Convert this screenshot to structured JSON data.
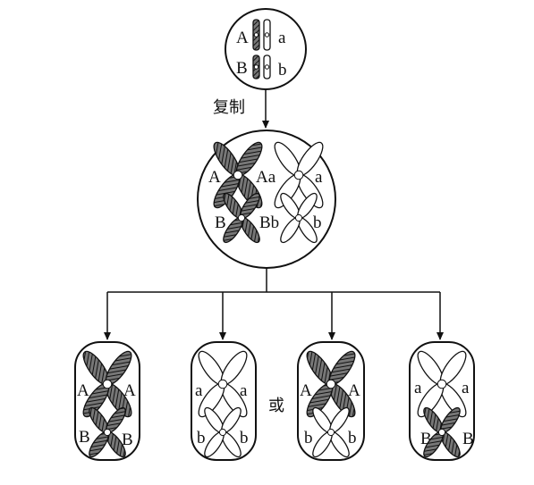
{
  "arrow_label": "复制",
  "or_label": "或",
  "colors": {
    "ink": "#111111",
    "shade": "hatched-dark",
    "light": "#ffffff"
  },
  "top_cell": {
    "left_alleles": [
      "A",
      "B"
    ],
    "right_alleles": [
      "a",
      "b"
    ]
  },
  "middle_cell": {
    "row1": [
      "A",
      "Aa",
      "a"
    ],
    "row2": [
      "B",
      "Bb",
      "b"
    ]
  },
  "daughter_cells": [
    {
      "row1": [
        "A",
        "A"
      ],
      "row2": [
        "B",
        "B"
      ],
      "row1_shade": "dark",
      "row2_shade": "dark"
    },
    {
      "row1": [
        "a",
        "a"
      ],
      "row2": [
        "b",
        "b"
      ],
      "row1_shade": "light",
      "row2_shade": "light"
    },
    {
      "row1": [
        "A",
        "A"
      ],
      "row2": [
        "b",
        "b"
      ],
      "row1_shade": "dark",
      "row2_shade": "light"
    },
    {
      "row1": [
        "a",
        "a"
      ],
      "row2": [
        "B",
        "B"
      ],
      "row1_shade": "light",
      "row2_shade": "dark"
    }
  ]
}
